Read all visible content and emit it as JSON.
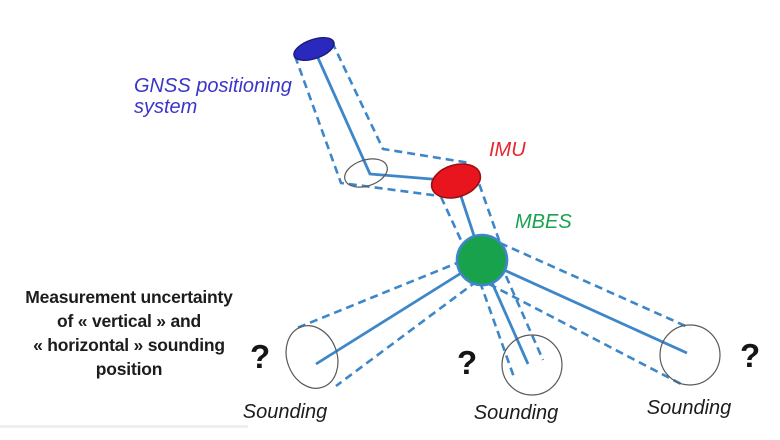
{
  "colors": {
    "tube_blue": "#3d87c8",
    "gnss_fill": "#2b28bd",
    "gnss_stroke": "#1b1a78",
    "imu_fill": "#e8141e",
    "imu_stroke": "#9b1010",
    "mbes_fill": "#17a24b",
    "gray_stroke": "#595959",
    "gnss_text": "#3b35c9",
    "imu_text": "#e8242c",
    "mbes_text": "#1aa34f",
    "black_text": "#1c1c1c"
  },
  "labels": {
    "gnss": "GNSS positioning\nsystem",
    "imu": "IMU",
    "mbes": "MBES"
  },
  "note": {
    "text": "Measurement uncertainty\nof « vertical » and\n« horizontal » sounding\nposition"
  },
  "soundings": [
    {
      "label": "Sounding",
      "question_mark": "?"
    },
    {
      "label": "Sounding",
      "question_mark": "?"
    },
    {
      "label": "Sounding",
      "question_mark": "?"
    }
  ]
}
